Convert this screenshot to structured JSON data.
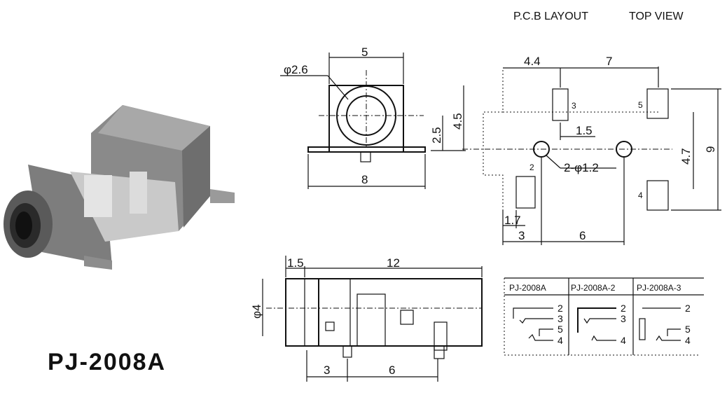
{
  "header": {
    "pcb_layout": "P.C.B LAYOUT",
    "top_view": "TOP VIEW"
  },
  "product": {
    "model": "PJ-2008A"
  },
  "front_view": {
    "width": "5",
    "hole_dia": "φ2.6",
    "height": "4.5",
    "center_height": "2.5",
    "base_width": "8"
  },
  "pcb_view": {
    "d_4_4": "4.4",
    "d_7": "7",
    "d_1_5": "1.5",
    "holes": "2-φ1.2",
    "d_4_7": "4.7",
    "d_9": "9",
    "d_1_7": "1.7",
    "d_3": "3",
    "d_6": "6",
    "pins": {
      "p2": "2",
      "p3": "3",
      "p4": "4",
      "p5": "5"
    }
  },
  "side_view": {
    "d_1_5": "1.5",
    "d_12": "12",
    "dia": "φ4",
    "d_3": "3",
    "d_6": "6"
  },
  "table": {
    "headers": [
      "PJ-2008A",
      "PJ-2008A-2",
      "PJ-2008A-3"
    ],
    "pins": [
      "2",
      "3",
      "5",
      "4"
    ]
  }
}
